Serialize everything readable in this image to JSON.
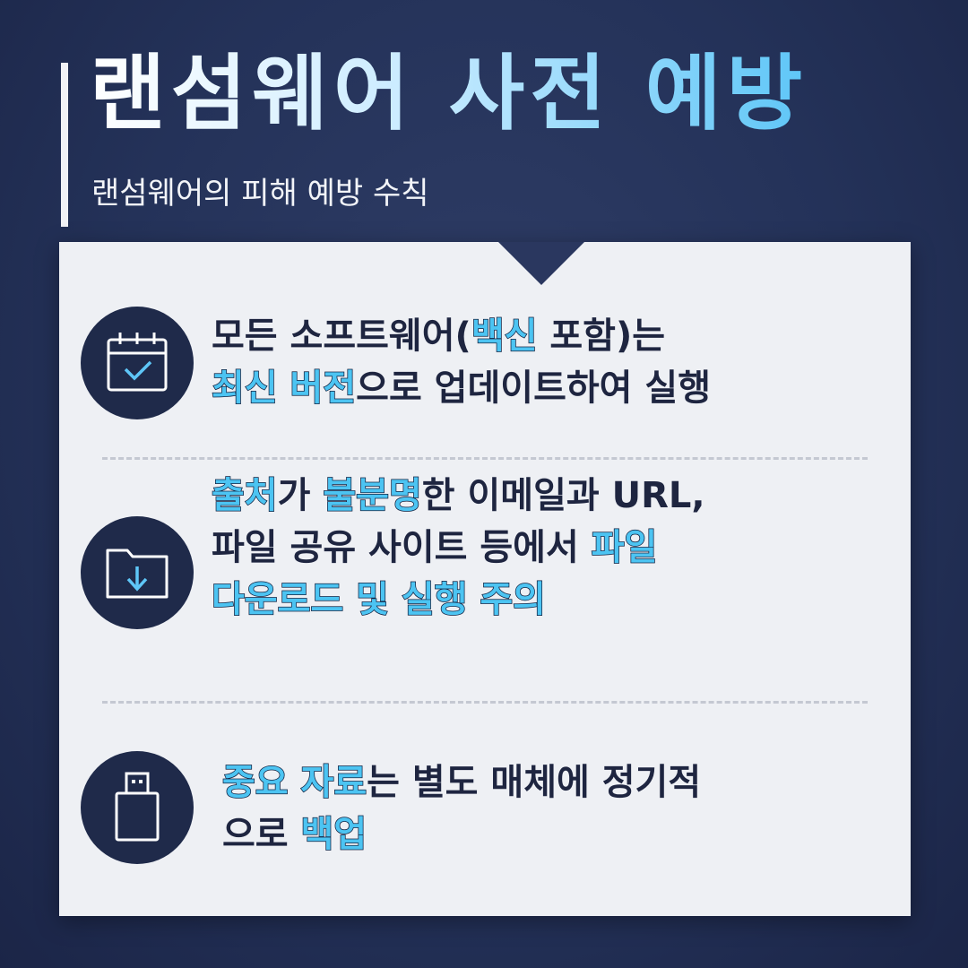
{
  "header": {
    "title": "랜섬웨어 사전 예방",
    "subtitle": "랜섬웨어의 피해 예방 수칙"
  },
  "items": [
    {
      "icon": "calendar-check-icon",
      "segments": [
        {
          "text": "모든 소프트웨어(",
          "hl": false
        },
        {
          "text": "백신",
          "hl": true
        },
        {
          "text": " 포함)는",
          "hl": false
        },
        {
          "text": "\n",
          "hl": false
        },
        {
          "text": "최신 버전",
          "hl": true
        },
        {
          "text": "으로 업데이트하여 실행",
          "hl": false
        }
      ]
    },
    {
      "icon": "folder-download-icon",
      "segments": [
        {
          "text": "출처",
          "hl": true
        },
        {
          "text": "가 ",
          "hl": false
        },
        {
          "text": "불분명",
          "hl": true
        },
        {
          "text": "한 이메일과 URL,",
          "hl": false
        },
        {
          "text": "\n",
          "hl": false
        },
        {
          "text": "파일 공유 사이트 등에서 ",
          "hl": false
        },
        {
          "text": "파일",
          "hl": true
        },
        {
          "text": "\n",
          "hl": false
        },
        {
          "text": "다운로드 및 실행 주의",
          "hl": true
        }
      ]
    },
    {
      "icon": "usb-drive-icon",
      "segments": [
        {
          "text": "중요 자료",
          "hl": true
        },
        {
          "text": "는 별도 매체에 정기적",
          "hl": false
        },
        {
          "text": "\n",
          "hl": false
        },
        {
          "text": "으로 ",
          "hl": false
        },
        {
          "text": "백업",
          "hl": true
        }
      ]
    }
  ],
  "colors": {
    "background": "#243259",
    "card": "#eef0f4",
    "highlight": "#4cc4f2",
    "text": "#1e2540",
    "icon_circle": "#1f2a4a",
    "icon_accent": "#5ec6f7"
  }
}
